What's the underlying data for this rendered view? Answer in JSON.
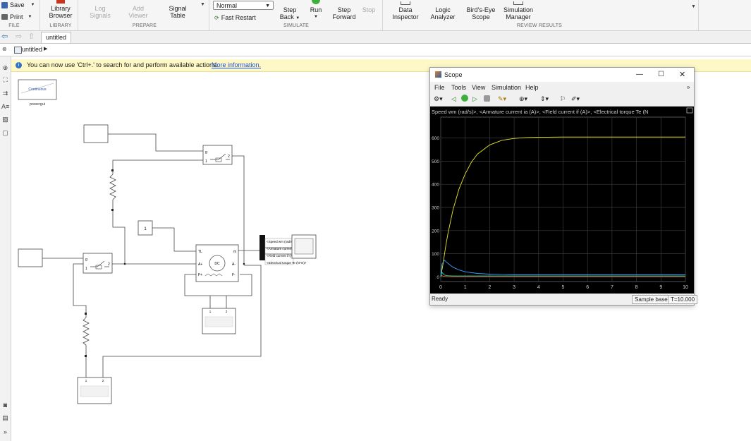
{
  "toolstrip": {
    "save": "Save",
    "print": "Print",
    "library_browser": [
      "Library",
      "Browser"
    ],
    "log_signals": [
      "Log",
      "Signals"
    ],
    "add_viewer": [
      "Add",
      "Viewer"
    ],
    "signal_table": [
      "Signal",
      "Table"
    ],
    "sim_mode": "Normal",
    "fast_restart": "Fast Restart",
    "step_back": [
      "Step",
      "Back"
    ],
    "run": "Run",
    "step_forward": [
      "Step",
      "Forward"
    ],
    "stop": "Stop",
    "data_inspector": [
      "Data",
      "Inspector"
    ],
    "logic_analyzer": [
      "Logic",
      "Analyzer"
    ],
    "birds_eye": [
      "Bird's-Eye",
      "Scope"
    ],
    "sim_manager": [
      "Simulation",
      "Manager"
    ],
    "sections": {
      "file": "FILE",
      "library": "LIBRARY",
      "prepare": "PREPARE",
      "simulate": "SIMULATE",
      "review": "REVIEW RESULTS"
    }
  },
  "nav": {
    "tab": "untitled"
  },
  "breadcrumb": {
    "model": "untitled"
  },
  "notification": {
    "text": "You can now use 'Ctrl+.' to search for and perform available actions.",
    "link": "More information."
  },
  "model": {
    "powergui_label": "Continuous",
    "powergui_name": "powergui",
    "const_value": "1",
    "dc_label": "DC",
    "port_tl": "TL",
    "port_m": "m",
    "port_aplus": "A+",
    "port_aminus": "A-",
    "port_fplus": "F+",
    "port_fminus": "F-",
    "switch_g": "g",
    "switch_1": "1",
    "switch_2": "2",
    "bus_signals": [
      "<Speed wm (rad/s)>",
      "<Armature current ia (A)>",
      "<Field current if (A)>",
      "<Electrical torque Te (N*m)>"
    ]
  },
  "scope": {
    "title": "Scope",
    "menu": [
      "File",
      "Tools",
      "View",
      "Simulation",
      "Help"
    ],
    "legend": "Speed wm (rad/s)>, <Armature current ia (A)>, <Field current if (A)>, <Electrical torque Te (N",
    "status": "Ready",
    "sample_mode": "Sample based",
    "time": "T=10.000"
  },
  "chart_data": {
    "type": "line",
    "title": "",
    "xlabel": "",
    "ylabel": "",
    "xlim": [
      0,
      10
    ],
    "ylim": [
      -20,
      690
    ],
    "xticks": [
      0,
      1,
      2,
      3,
      4,
      5,
      6,
      7,
      8,
      9,
      10
    ],
    "yticks": [
      0,
      100,
      200,
      300,
      400,
      500,
      600
    ],
    "grid": true,
    "series": [
      {
        "color": "#e6e62a",
        "x": [
          0,
          0.1,
          0.2,
          0.3,
          0.5,
          0.75,
          1,
          1.25,
          1.5,
          2,
          2.5,
          3,
          3.5,
          4,
          5,
          6,
          8,
          10
        ],
        "y": [
          0,
          60,
          130,
          190,
          290,
          380,
          445,
          495,
          530,
          570,
          590,
          598,
          602,
          603,
          604,
          604,
          604,
          604
        ]
      },
      {
        "color": "#3aa0ff",
        "x": [
          0,
          0.05,
          0.15,
          0.3,
          0.5,
          0.75,
          1,
          1.5,
          2,
          2.5,
          3,
          4,
          5,
          6,
          8,
          10
        ],
        "y": [
          0,
          55,
          72,
          58,
          42,
          30,
          22,
          15,
          12,
          10,
          9,
          9,
          9,
          9,
          9,
          9
        ]
      },
      {
        "color": "#e05a1a",
        "x": [
          0,
          0.05,
          0.1,
          0.3,
          1,
          2,
          3,
          4,
          6,
          8,
          10
        ],
        "y": [
          0,
          6,
          3,
          1,
          1,
          1,
          1,
          1,
          1,
          1,
          1
        ]
      },
      {
        "color": "#2bd0b0",
        "x": [
          0,
          0.05,
          0.15,
          0.3,
          0.5,
          1,
          2,
          4,
          6,
          8,
          10
        ],
        "y": [
          0,
          20,
          8,
          5,
          4,
          4,
          4,
          4,
          4,
          4,
          4
        ]
      }
    ]
  }
}
